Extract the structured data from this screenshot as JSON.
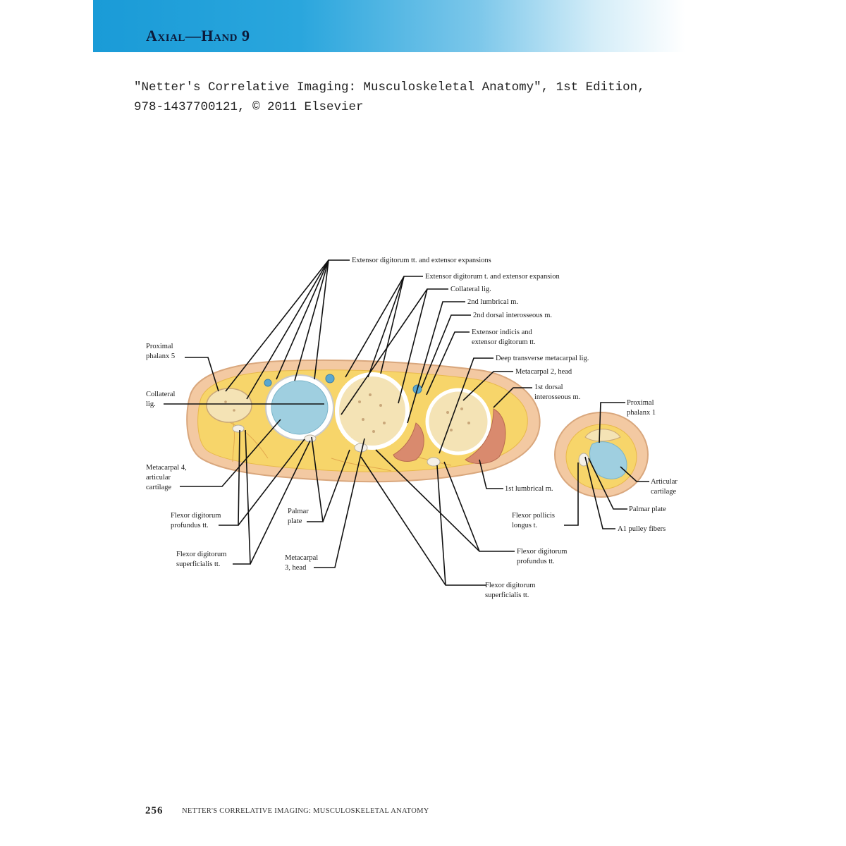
{
  "header": {
    "title": "Axial—Hand 9"
  },
  "citation": {
    "line1": "\"Netter's Correlative Imaging: Musculoskeletal Anatomy\", 1st Edition,",
    "line2": "978-1437700121, © 2011 Elsevier"
  },
  "figure": {
    "labels": {
      "extensor_digitorum_expansions": "Extensor digitorum tt. and extensor expansions",
      "extensor_digitorum_expansion": "Extensor digitorum t. and extensor expansion",
      "collateral_lig_top": "Collateral lig.",
      "lumbrical_2nd": "2nd lumbrical m.",
      "dorsal_interosseous_2nd": "2nd dorsal interosseous m.",
      "extensor_indicis_1": "Extensor indicis and",
      "extensor_indicis_2": "extensor digitorum tt.",
      "deep_transverse": "Deep transverse metacarpal lig.",
      "metacarpal2_head": "Metacarpal 2, head",
      "dorsal_interosseous_1st_1": "1st dorsal",
      "dorsal_interosseous_1st_2": "interosseous m.",
      "proximal_phalanx5_1": "Proximal",
      "proximal_phalanx5_2": "phalanx 5",
      "collateral_lig_left_1": "Collateral",
      "collateral_lig_left_2": "lig.",
      "metacarpal4_1": "Metacarpal 4,",
      "metacarpal4_2": "articular",
      "metacarpal4_3": "cartilage",
      "fdp_left_1": "Flexor digitorum",
      "fdp_left_2": "profundus tt.",
      "fds_left_1": "Flexor digitorum",
      "fds_left_2": "superficialis tt.",
      "palmar_plate_1": "Palmar",
      "palmar_plate_2": "plate",
      "metacarpal3_1": "Metacarpal",
      "metacarpal3_2": "3, head",
      "lumbrical_1st": "1st lumbrical m.",
      "fdp_right_1": "Flexor digitorum",
      "fdp_right_2": "profundus tt.",
      "fds_right_1": "Flexor digitorum",
      "fds_right_2": "superficialis tt.",
      "proximal_phalanx1_1": "Proximal",
      "proximal_phalanx1_2": "phalanx 1",
      "articular_cartilage_1": "Articular",
      "articular_cartilage_2": "cartilage",
      "palmar_plate_right": "Palmar plate",
      "fpl_1": "Flexor pollicis",
      "fpl_2": "longus t.",
      "a1_pulley": "A1 pulley fibers"
    }
  },
  "footer": {
    "page_number": "256",
    "running_title": "NETTER'S CORRELATIVE IMAGING: MUSCULOSKELETAL ANATOMY"
  },
  "colors": {
    "header_blue": "#1a9bd7",
    "skin": "#f3c9a2",
    "fat": "#f7d56a",
    "bone": "#f4e3b5",
    "cartilage": "#9fcfe0",
    "muscle": "#d98a6e"
  }
}
